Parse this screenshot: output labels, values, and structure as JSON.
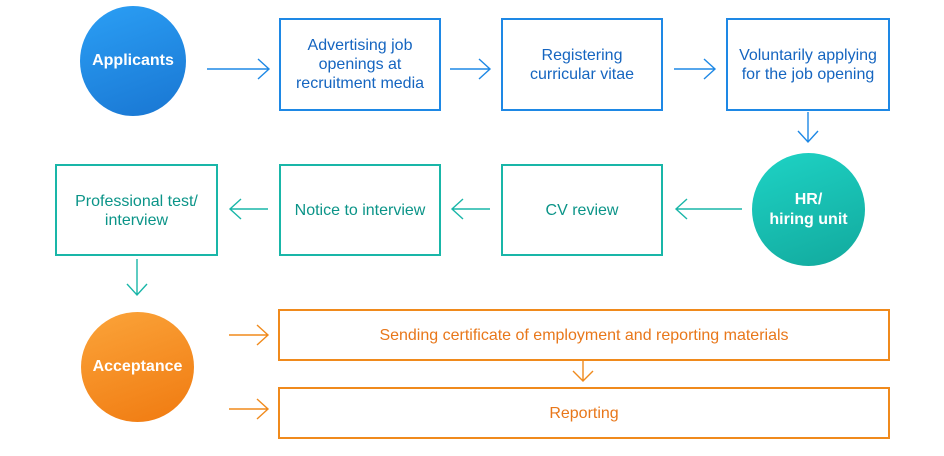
{
  "colors": {
    "blue": "#1e88e5",
    "teal": "#19b6a8",
    "orange": "#f08a1c"
  },
  "nodes": {
    "applicants": "Applicants",
    "advertising": "Advertising job openings at recruitment media",
    "registering": "Registering curricular vitae",
    "applying": "Voluntarily applying for the job opening",
    "hr": "HR/\nhiring unit",
    "cv_review": "CV review",
    "notice": "Notice to interview",
    "professional": "Professional test/ interview",
    "acceptance": "Acceptance",
    "sending": "Sending certificate of employment and reporting materials",
    "reporting": "Reporting"
  }
}
